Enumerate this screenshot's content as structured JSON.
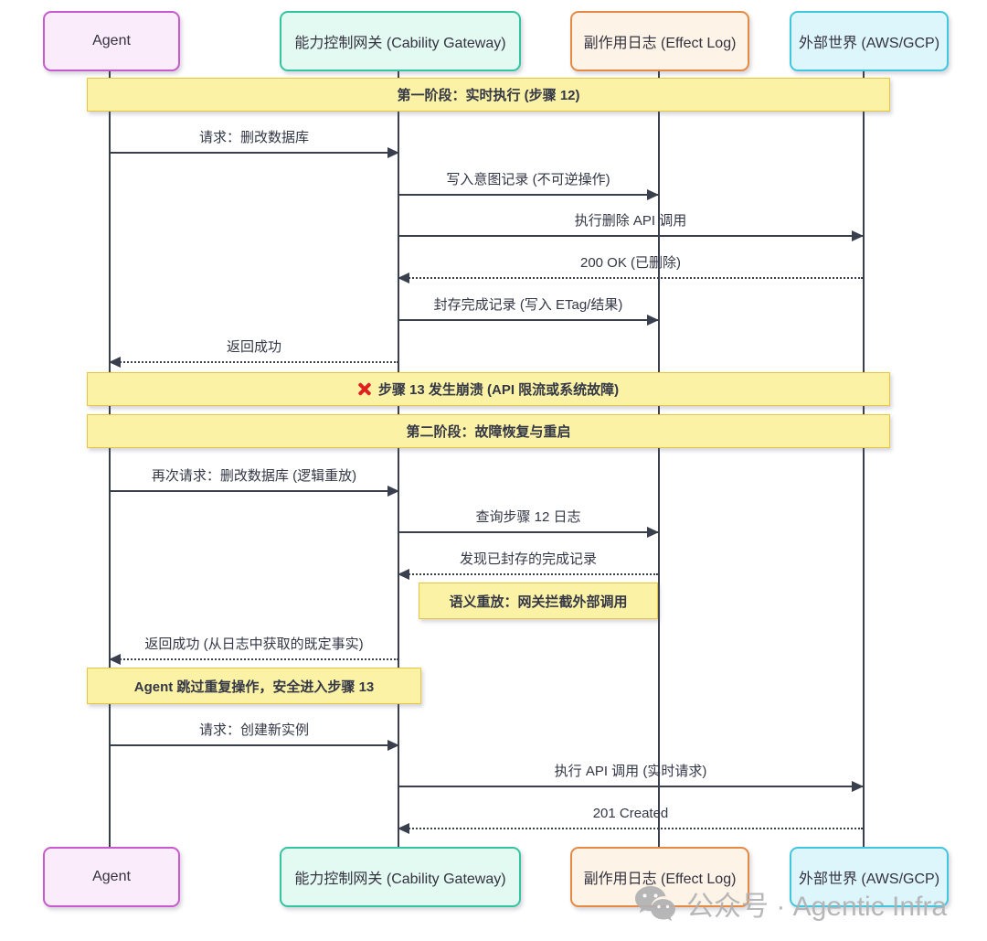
{
  "actors": [
    {
      "id": "agent",
      "label": "Agent"
    },
    {
      "id": "gateway",
      "label": "能力控制网关 (Cability Gateway)"
    },
    {
      "id": "effect-log",
      "label": "副作用日志 (Effect Log)"
    },
    {
      "id": "external-world",
      "label": "外部世界 (AWS/GCP)"
    }
  ],
  "banners": [
    {
      "label": "第一阶段：实时执行 (步骤 12)"
    },
    {
      "icon": "red-x-icon",
      "label": "步骤 13 发生崩溃 (API 限流或系统故障)"
    },
    {
      "label": "第二阶段：故障恢复与重启"
    }
  ],
  "notes": [
    {
      "label": "语义重放：网关拦截外部调用",
      "over": "gateway,effect-log"
    },
    {
      "label": "Agent 跳过重复操作，安全进入步骤 13",
      "over": "agent,gateway"
    }
  ],
  "messages": [
    {
      "label": "请求：删改数据库",
      "from": "agent",
      "to": "gateway",
      "line": "solid"
    },
    {
      "label": "写入意图记录 (不可逆操作)",
      "from": "gateway",
      "to": "effect-log",
      "line": "solid"
    },
    {
      "label": "执行删除 API 调用",
      "from": "gateway",
      "to": "external-world",
      "line": "solid"
    },
    {
      "label": "200 OK (已删除)",
      "from": "external-world",
      "to": "gateway",
      "line": "dashed"
    },
    {
      "label": "封存完成记录 (写入 ETag/结果)",
      "from": "gateway",
      "to": "effect-log",
      "line": "solid"
    },
    {
      "label": "返回成功",
      "from": "gateway",
      "to": "agent",
      "line": "dashed"
    },
    {
      "label": "再次请求：删改数据库 (逻辑重放)",
      "from": "agent",
      "to": "gateway",
      "line": "solid"
    },
    {
      "label": "查询步骤 12 日志",
      "from": "gateway",
      "to": "effect-log",
      "line": "solid"
    },
    {
      "label": "发现已封存的完成记录",
      "from": "effect-log",
      "to": "gateway",
      "line": "dashed"
    },
    {
      "label": "返回成功 (从日志中获取的既定事实)",
      "from": "gateway",
      "to": "agent",
      "line": "dashed"
    },
    {
      "label": "请求：创建新实例",
      "from": "agent",
      "to": "gateway",
      "line": "solid"
    },
    {
      "label": "执行 API 调用 (实时请求)",
      "from": "gateway",
      "to": "external-world",
      "line": "solid"
    },
    {
      "label": "201 Created",
      "from": "external-world",
      "to": "gateway",
      "line": "dashed"
    }
  ],
  "watermark": {
    "icon": "wechat-icon",
    "label": "公众号 · Agentic Infra"
  },
  "colors": {
    "agent_fill": "#fbecfc",
    "agent_border": "#c75bce",
    "gateway_fill": "#e3faf2",
    "gateway_border": "#35c4a2",
    "effect_log_fill": "#fdf3e7",
    "effect_log_border": "#e58a44",
    "external_fill": "#ddf6fb",
    "external_border": "#42c6e0",
    "banner_fill": "#fcf2a5",
    "banner_border": "#e7c63b",
    "line": "#3a3f4e",
    "error_red": "#e01f1f",
    "watermark_gray": "#b1b1b3"
  }
}
